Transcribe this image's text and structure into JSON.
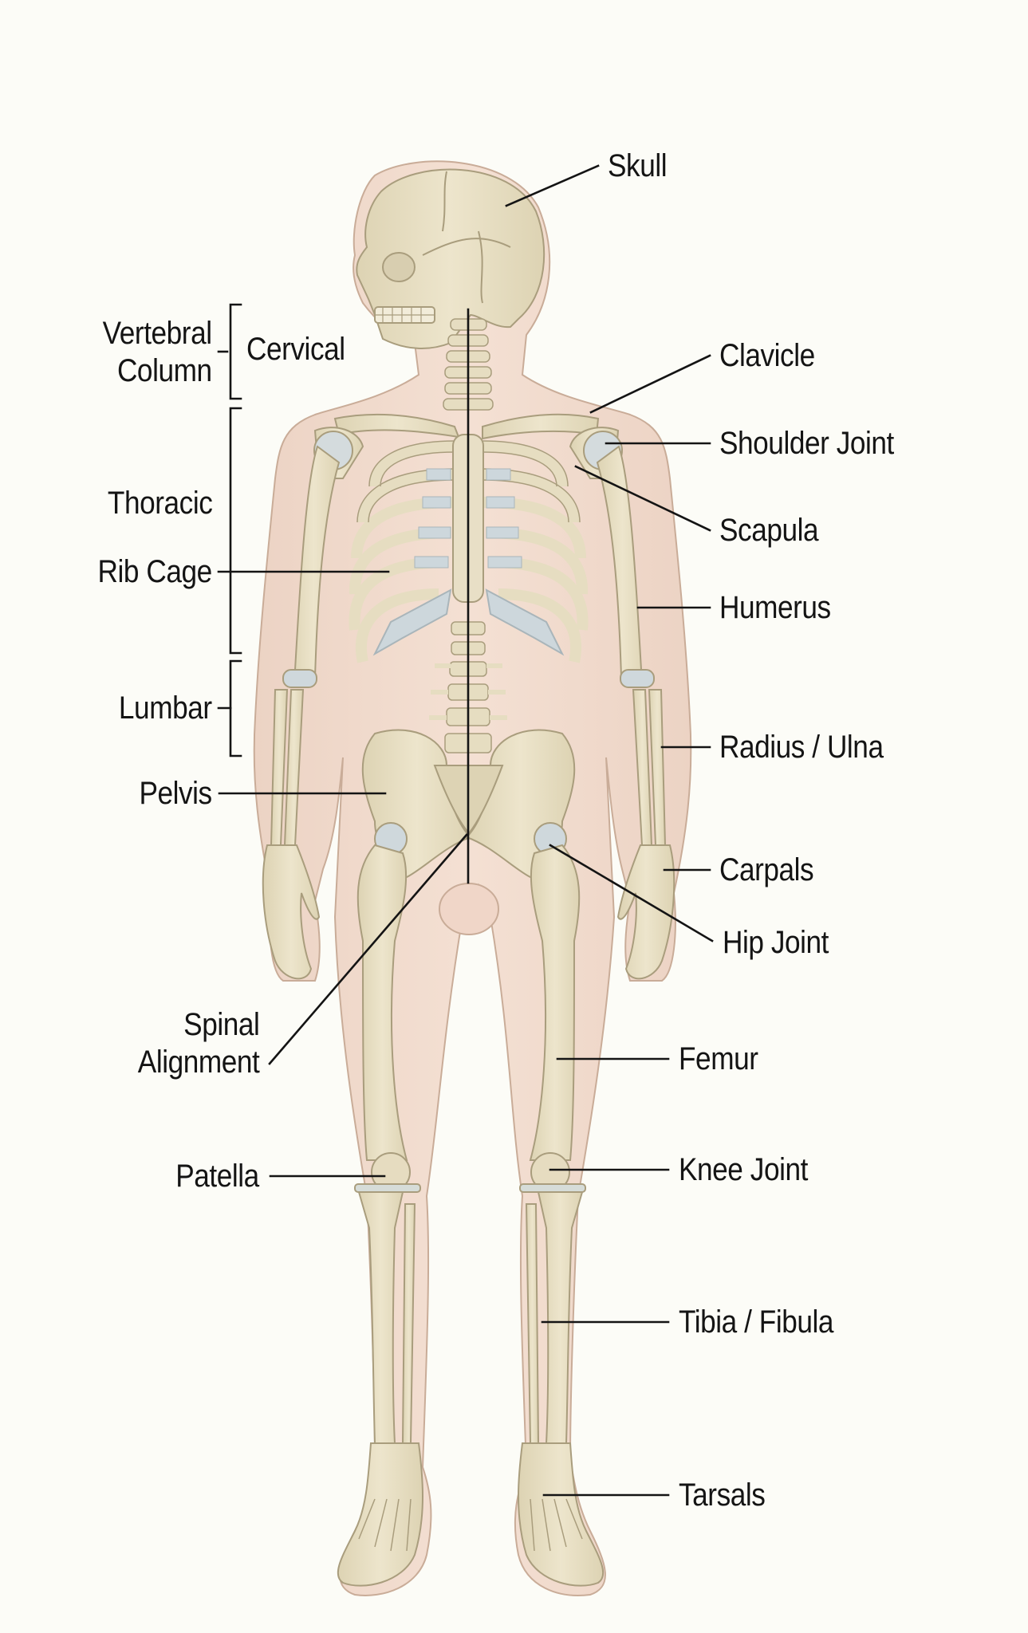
{
  "diagram": {
    "type": "anatomical skeleton, anterior view",
    "colors": {
      "background": "#fcfcf7",
      "skin": "#f1dccf",
      "skin_outline": "#c9ac98",
      "bone": "#e8dfc3",
      "bone_outline": "#a99d7d",
      "cartilage": "#cdd7dc",
      "leader_line": "#141414",
      "text": "#141414"
    }
  },
  "labels": {
    "left": {
      "vertebral_column_line1": "Vertebral",
      "vertebral_column_line2": "Column",
      "cervical": "Cervical",
      "thoracic": "Thoracic",
      "rib_cage": "Rib Cage",
      "lumbar": "Lumbar",
      "pelvis": "Pelvis",
      "spinal_alignment_line1": "Spinal",
      "spinal_alignment_line2": "Alignment",
      "patella": "Patella"
    },
    "right": {
      "skull": "Skull",
      "clavicle": "Clavicle",
      "shoulder_joint": "Shoulder Joint",
      "scapula": "Scapula",
      "humerus": "Humerus",
      "radius_ulna": "Radius / Ulna",
      "carpals": "Carpals",
      "hip_joint": "Hip Joint",
      "femur": "Femur",
      "knee_joint": "Knee Joint",
      "tibia_fibula": "Tibia / Fibula",
      "tarsals": "Tarsals"
    }
  }
}
